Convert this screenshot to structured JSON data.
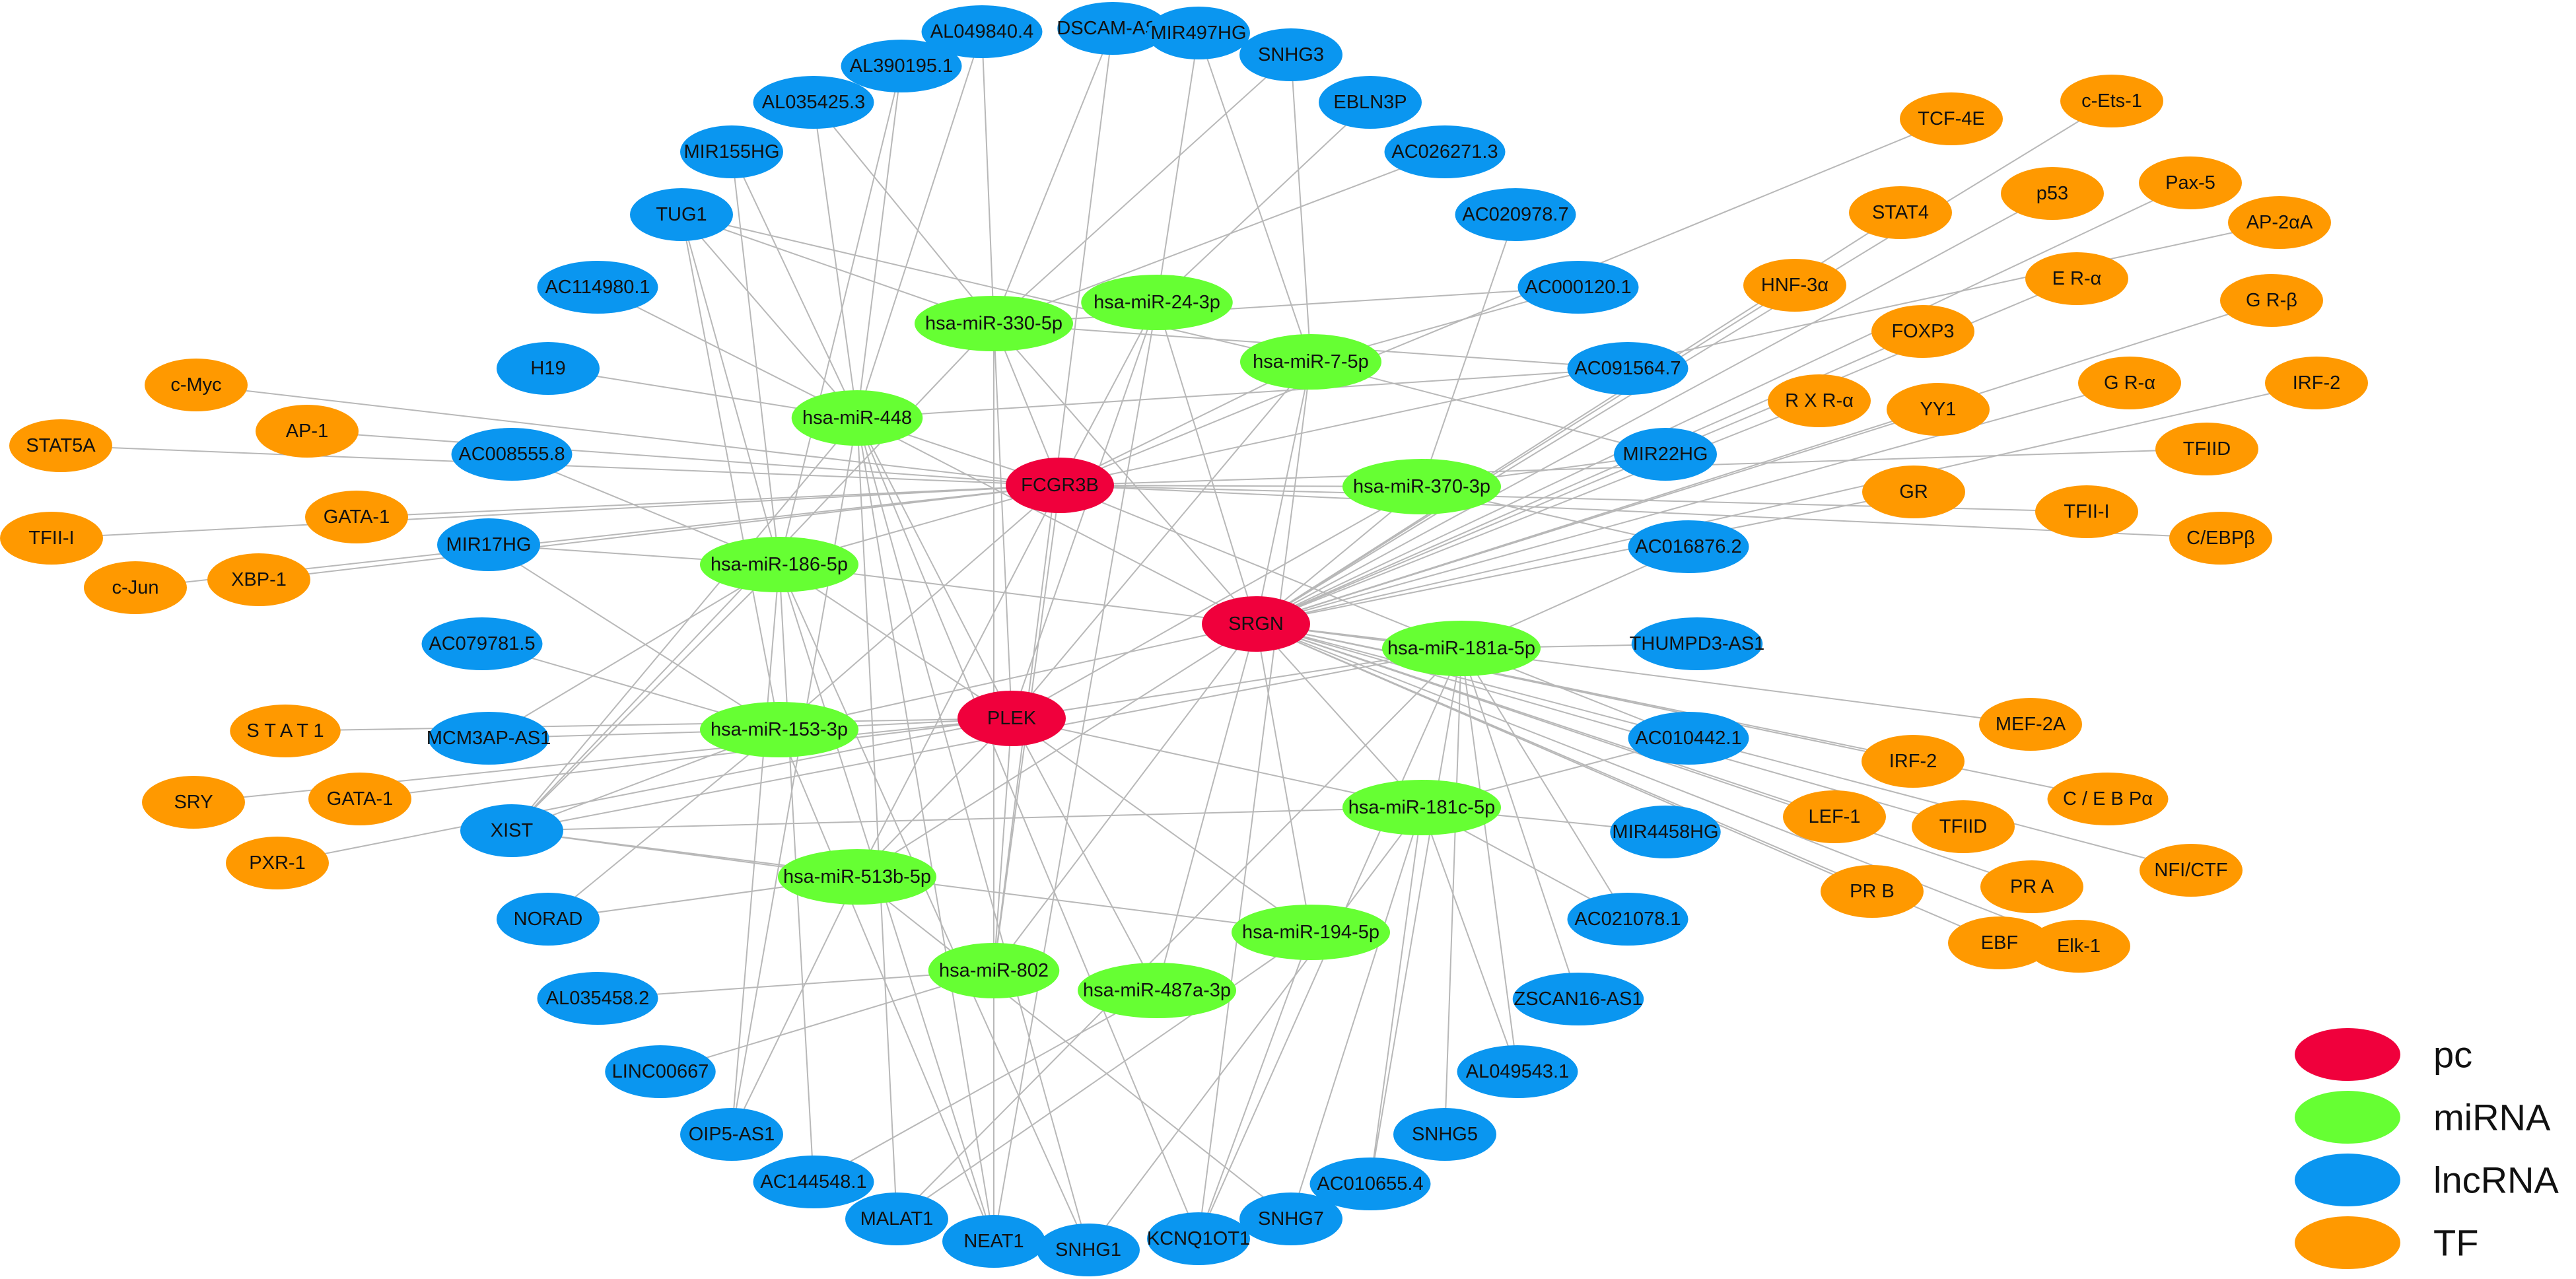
{
  "diagram": {
    "type": "network",
    "colors": {
      "pc": "#f0003c",
      "miRNA": "#66ff33",
      "lncRNA": "#0a96f0",
      "TF": "#ff9900",
      "edge": "#b8b8b8"
    },
    "legend": [
      {
        "key": "pc",
        "label": "pc"
      },
      {
        "key": "miRNA",
        "label": "miRNA"
      },
      {
        "key": "lncRNA",
        "label": "lncRNA"
      },
      {
        "key": "TF",
        "label": "TF"
      }
    ],
    "nodes": [
      {
        "id": "FCGR3B",
        "label": "FCGR3B",
        "type": "pc"
      },
      {
        "id": "SRGN",
        "label": "SRGN",
        "type": "pc"
      },
      {
        "id": "PLEK",
        "label": "PLEK",
        "type": "pc"
      },
      {
        "id": "miR330",
        "label": "hsa-miR-330-5p",
        "type": "miRNA"
      },
      {
        "id": "miR24",
        "label": "hsa-miR-24-3p",
        "type": "miRNA"
      },
      {
        "id": "miR7",
        "label": "hsa-miR-7-5p",
        "type": "miRNA"
      },
      {
        "id": "miR448",
        "label": "hsa-miR-448",
        "type": "miRNA"
      },
      {
        "id": "miR370",
        "label": "hsa-miR-370-3p",
        "type": "miRNA"
      },
      {
        "id": "miR186",
        "label": "hsa-miR-186-5p",
        "type": "miRNA"
      },
      {
        "id": "miR181a",
        "label": "hsa-miR-181a-5p",
        "type": "miRNA"
      },
      {
        "id": "miR153",
        "label": "hsa-miR-153-3p",
        "type": "miRNA"
      },
      {
        "id": "miR181c",
        "label": "hsa-miR-181c-5p",
        "type": "miRNA"
      },
      {
        "id": "miR513b",
        "label": "hsa-miR-513b-5p",
        "type": "miRNA"
      },
      {
        "id": "miR194",
        "label": "hsa-miR-194-5p",
        "type": "miRNA"
      },
      {
        "id": "miR802",
        "label": "hsa-miR-802",
        "type": "miRNA"
      },
      {
        "id": "miR487a",
        "label": "hsa-miR-487a-3p",
        "type": "miRNA"
      },
      {
        "id": "AL049840",
        "label": "AL049840.4",
        "type": "lncRNA"
      },
      {
        "id": "DSCAM",
        "label": "DSCAM-AS1",
        "type": "lncRNA"
      },
      {
        "id": "MIR497HG",
        "label": "MIR497HG",
        "type": "lncRNA"
      },
      {
        "id": "SNHG3",
        "label": "SNHG3",
        "type": "lncRNA"
      },
      {
        "id": "AL390195",
        "label": "AL390195.1",
        "type": "lncRNA"
      },
      {
        "id": "AL035425",
        "label": "AL035425.3",
        "type": "lncRNA"
      },
      {
        "id": "EBLN3P",
        "label": "EBLN3P",
        "type": "lncRNA"
      },
      {
        "id": "AC026271",
        "label": "AC026271.3",
        "type": "lncRNA"
      },
      {
        "id": "MIR155HG",
        "label": "MIR155HG",
        "type": "lncRNA"
      },
      {
        "id": "TUG1",
        "label": "TUG1",
        "type": "lncRNA"
      },
      {
        "id": "AC020978",
        "label": "AC020978.7",
        "type": "lncRNA"
      },
      {
        "id": "AC114980",
        "label": "AC114980.1",
        "type": "lncRNA"
      },
      {
        "id": "AC000120",
        "label": "AC000120.1",
        "type": "lncRNA"
      },
      {
        "id": "H19",
        "label": "H19",
        "type": "lncRNA"
      },
      {
        "id": "AC091564",
        "label": "AC091564.7",
        "type": "lncRNA"
      },
      {
        "id": "AC008555",
        "label": "AC008555.8",
        "type": "lncRNA"
      },
      {
        "id": "MIR22HG",
        "label": "MIR22HG",
        "type": "lncRNA"
      },
      {
        "id": "MIR17HG",
        "label": "MIR17HG",
        "type": "lncRNA"
      },
      {
        "id": "AC016876",
        "label": "AC016876.2",
        "type": "lncRNA"
      },
      {
        "id": "AC079781",
        "label": "AC079781.5",
        "type": "lncRNA"
      },
      {
        "id": "THUMPD3",
        "label": "THUMPD3-AS1",
        "type": "lncRNA"
      },
      {
        "id": "MCM3AP",
        "label": "MCM3AP-AS1",
        "type": "lncRNA"
      },
      {
        "id": "AC010442",
        "label": "AC010442.1",
        "type": "lncRNA"
      },
      {
        "id": "XIST",
        "label": "XIST",
        "type": "lncRNA"
      },
      {
        "id": "MIR4458HG",
        "label": "MIR4458HG",
        "type": "lncRNA"
      },
      {
        "id": "NORAD",
        "label": "NORAD",
        "type": "lncRNA"
      },
      {
        "id": "AC021078",
        "label": "AC021078.1",
        "type": "lncRNA"
      },
      {
        "id": "AL035458",
        "label": "AL035458.2",
        "type": "lncRNA"
      },
      {
        "id": "ZSCAN16",
        "label": "ZSCAN16-AS1",
        "type": "lncRNA"
      },
      {
        "id": "LINC00667",
        "label": "LINC00667",
        "type": "lncRNA"
      },
      {
        "id": "AL049543",
        "label": "AL049543.1",
        "type": "lncRNA"
      },
      {
        "id": "OIP5",
        "label": "OIP5-AS1",
        "type": "lncRNA"
      },
      {
        "id": "SNHG5",
        "label": "SNHG5",
        "type": "lncRNA"
      },
      {
        "id": "AC144548",
        "label": "AC144548.1",
        "type": "lncRNA"
      },
      {
        "id": "AC010655",
        "label": "AC010655.4",
        "type": "lncRNA"
      },
      {
        "id": "MALAT1",
        "label": "MALAT1",
        "type": "lncRNA"
      },
      {
        "id": "NEAT1",
        "label": "NEAT1",
        "type": "lncRNA"
      },
      {
        "id": "SNHG1",
        "label": "SNHG1",
        "type": "lncRNA"
      },
      {
        "id": "KCNQ1OT1",
        "label": "KCNQ1OT1",
        "type": "lncRNA"
      },
      {
        "id": "SNHG7",
        "label": "SNHG7",
        "type": "lncRNA"
      },
      {
        "id": "TCF4E",
        "label": "TCF-4E",
        "type": "TF"
      },
      {
        "id": "cEts1",
        "label": "c-Ets-1",
        "type": "TF"
      },
      {
        "id": "Pax5",
        "label": "Pax-5",
        "type": "TF"
      },
      {
        "id": "p53",
        "label": "p53",
        "type": "TF"
      },
      {
        "id": "STAT4",
        "label": "STAT4",
        "type": "TF"
      },
      {
        "id": "AP2aA",
        "label": "AP-2αA",
        "type": "TF"
      },
      {
        "id": "HNF3a",
        "label": "HNF-3α",
        "type": "TF"
      },
      {
        "id": "ERa",
        "label": "E R-α",
        "type": "TF"
      },
      {
        "id": "GRb",
        "label": "G R-β",
        "type": "TF"
      },
      {
        "id": "FOXP3",
        "label": "FOXP3",
        "type": "TF"
      },
      {
        "id": "cMyc",
        "label": "c-Myc",
        "type": "TF"
      },
      {
        "id": "RXRa",
        "label": "R X R-α",
        "type": "TF"
      },
      {
        "id": "YY1",
        "label": "YY1",
        "type": "TF"
      },
      {
        "id": "GRa",
        "label": "G R-α",
        "type": "TF"
      },
      {
        "id": "IRF2a",
        "label": "IRF-2",
        "type": "TF"
      },
      {
        "id": "AP1",
        "label": "AP-1",
        "type": "TF"
      },
      {
        "id": "STAT5A",
        "label": "STAT5A",
        "type": "TF"
      },
      {
        "id": "TFIIDa",
        "label": "TFIID",
        "type": "TF"
      },
      {
        "id": "GR",
        "label": "GR",
        "type": "TF"
      },
      {
        "id": "GATA1a",
        "label": "GATA-1",
        "type": "TF"
      },
      {
        "id": "TFIIa",
        "label": "TFII-I",
        "type": "TF"
      },
      {
        "id": "TFIIb",
        "label": "TFII-I",
        "type": "TF"
      },
      {
        "id": "CEBPb",
        "label": "C/EBPβ",
        "type": "TF"
      },
      {
        "id": "XBP1",
        "label": "XBP-1",
        "type": "TF"
      },
      {
        "id": "cJun",
        "label": "c-Jun",
        "type": "TF"
      },
      {
        "id": "STAT1",
        "label": "S T A T 1",
        "type": "TF"
      },
      {
        "id": "MEF2A",
        "label": "MEF-2A",
        "type": "TF"
      },
      {
        "id": "IRF2b",
        "label": "IRF-2",
        "type": "TF"
      },
      {
        "id": "CEBPa",
        "label": "C / E B Pα",
        "type": "TF"
      },
      {
        "id": "SRY",
        "label": "SRY",
        "type": "TF"
      },
      {
        "id": "GATA1b",
        "label": "GATA-1",
        "type": "TF"
      },
      {
        "id": "LEF1",
        "label": "LEF-1",
        "type": "TF"
      },
      {
        "id": "TFIIDb",
        "label": "TFIID",
        "type": "TF"
      },
      {
        "id": "NFICTF",
        "label": "NFI/CTF",
        "type": "TF"
      },
      {
        "id": "PXR1",
        "label": "PXR-1",
        "type": "TF"
      },
      {
        "id": "PRB",
        "label": "PR B",
        "type": "TF"
      },
      {
        "id": "PRA",
        "label": "PR A",
        "type": "TF"
      },
      {
        "id": "EBF",
        "label": "EBF",
        "type": "TF"
      },
      {
        "id": "Elk1",
        "label": "Elk-1",
        "type": "TF"
      }
    ],
    "edges": [
      [
        "FCGR3B",
        "miR330"
      ],
      [
        "FCGR3B",
        "miR24"
      ],
      [
        "FCGR3B",
        "miR7"
      ],
      [
        "FCGR3B",
        "miR448"
      ],
      [
        "FCGR3B",
        "miR370"
      ],
      [
        "FCGR3B",
        "miR186"
      ],
      [
        "FCGR3B",
        "miR153"
      ],
      [
        "FCGR3B",
        "miR181a"
      ],
      [
        "FCGR3B",
        "miR513b"
      ],
      [
        "FCGR3B",
        "miR802"
      ],
      [
        "SRGN",
        "miR330"
      ],
      [
        "SRGN",
        "miR24"
      ],
      [
        "SRGN",
        "miR7"
      ],
      [
        "SRGN",
        "miR448"
      ],
      [
        "SRGN",
        "miR370"
      ],
      [
        "SRGN",
        "miR186"
      ],
      [
        "SRGN",
        "miR181a"
      ],
      [
        "SRGN",
        "miR153"
      ],
      [
        "SRGN",
        "miR181c"
      ],
      [
        "SRGN",
        "miR513b"
      ],
      [
        "SRGN",
        "miR194"
      ],
      [
        "SRGN",
        "miR802"
      ],
      [
        "SRGN",
        "miR487a"
      ],
      [
        "PLEK",
        "miR330"
      ],
      [
        "PLEK",
        "miR24"
      ],
      [
        "PLEK",
        "miR7"
      ],
      [
        "PLEK",
        "miR448"
      ],
      [
        "PLEK",
        "miR370"
      ],
      [
        "PLEK",
        "miR186"
      ],
      [
        "PLEK",
        "miR181a"
      ],
      [
        "PLEK",
        "miR153"
      ],
      [
        "PLEK",
        "miR181c"
      ],
      [
        "PLEK",
        "miR513b"
      ],
      [
        "PLEK",
        "miR194"
      ],
      [
        "PLEK",
        "miR802"
      ],
      [
        "PLEK",
        "miR487a"
      ],
      [
        "AL049840",
        "miR448"
      ],
      [
        "AL049840",
        "miR330"
      ],
      [
        "DSCAM",
        "miR330"
      ],
      [
        "DSCAM",
        "miR802"
      ],
      [
        "MIR497HG",
        "miR24"
      ],
      [
        "MIR497HG",
        "miR7"
      ],
      [
        "SNHG3",
        "miR7"
      ],
      [
        "SNHG3",
        "miR330"
      ],
      [
        "AL390195",
        "miR448"
      ],
      [
        "AL390195",
        "miR186"
      ],
      [
        "AL035425",
        "miR448"
      ],
      [
        "AL035425",
        "miR330"
      ],
      [
        "EBLN3P",
        "miR24"
      ],
      [
        "AC026271",
        "miR330"
      ],
      [
        "MIR155HG",
        "miR448"
      ],
      [
        "MIR155HG",
        "miR186"
      ],
      [
        "TUG1",
        "miR448"
      ],
      [
        "TUG1",
        "miR330"
      ],
      [
        "TUG1",
        "miR7"
      ],
      [
        "TUG1",
        "miR186"
      ],
      [
        "TUG1",
        "miR153"
      ],
      [
        "AC020978",
        "miR370"
      ],
      [
        "AC114980",
        "miR448"
      ],
      [
        "AC000120",
        "miR7"
      ],
      [
        "AC000120",
        "miR330"
      ],
      [
        "H19",
        "miR448"
      ],
      [
        "AC091564",
        "miR330"
      ],
      [
        "AC091564",
        "miR448"
      ],
      [
        "AC008555",
        "miR186"
      ],
      [
        "MIR22HG",
        "miR370"
      ],
      [
        "MIR22HG",
        "miR7"
      ],
      [
        "MIR17HG",
        "miR186"
      ],
      [
        "MIR17HG",
        "miR153"
      ],
      [
        "AC016876",
        "miR370"
      ],
      [
        "AC016876",
        "miR181a"
      ],
      [
        "AC079781",
        "miR153"
      ],
      [
        "THUMPD3",
        "miR181a"
      ],
      [
        "MCM3AP",
        "miR153"
      ],
      [
        "MCM3AP",
        "miR186"
      ],
      [
        "AC010442",
        "miR181a"
      ],
      [
        "AC010442",
        "miR181c"
      ],
      [
        "XIST",
        "miR448"
      ],
      [
        "XIST",
        "miR186"
      ],
      [
        "XIST",
        "miR153"
      ],
      [
        "XIST",
        "miR513b"
      ],
      [
        "XIST",
        "miR181a"
      ],
      [
        "XIST",
        "miR181c"
      ],
      [
        "XIST",
        "miR194"
      ],
      [
        "XIST",
        "miR330"
      ],
      [
        "MIR4458HG",
        "miR181c"
      ],
      [
        "NORAD",
        "miR513b"
      ],
      [
        "NORAD",
        "miR153"
      ],
      [
        "AC021078",
        "miR181c"
      ],
      [
        "AC021078",
        "miR181a"
      ],
      [
        "AL035458",
        "miR802"
      ],
      [
        "ZSCAN16",
        "miR181a"
      ],
      [
        "LINC00667",
        "miR802"
      ],
      [
        "AL049543",
        "miR181a"
      ],
      [
        "AL049543",
        "miR181c"
      ],
      [
        "OIP5",
        "miR513b"
      ],
      [
        "OIP5",
        "miR448"
      ],
      [
        "OIP5",
        "miR186"
      ],
      [
        "SNHG5",
        "miR181a"
      ],
      [
        "AC144548",
        "miR487a"
      ],
      [
        "AC144548",
        "miR186"
      ],
      [
        "AC010655",
        "miR181c"
      ],
      [
        "AC010655",
        "miR181a"
      ],
      [
        "MALAT1",
        "miR448"
      ],
      [
        "MALAT1",
        "miR194"
      ],
      [
        "MALAT1",
        "miR181a"
      ],
      [
        "NEAT1",
        "miR448"
      ],
      [
        "NEAT1",
        "miR186"
      ],
      [
        "NEAT1",
        "miR153"
      ],
      [
        "NEAT1",
        "miR330"
      ],
      [
        "NEAT1",
        "miR24"
      ],
      [
        "SNHG1",
        "miR186"
      ],
      [
        "SNHG1",
        "miR181c"
      ],
      [
        "SNHG1",
        "miR448"
      ],
      [
        "KCNQ1OT1",
        "miR181a"
      ],
      [
        "KCNQ1OT1",
        "miR7"
      ],
      [
        "KCNQ1OT1",
        "miR448"
      ],
      [
        "KCNQ1OT1",
        "miR194"
      ],
      [
        "SNHG7",
        "miR181c"
      ],
      [
        "SNHG7",
        "miR513b"
      ],
      [
        "TCF4E",
        "FCGR3B"
      ],
      [
        "cEts1",
        "SRGN"
      ],
      [
        "Pax5",
        "SRGN"
      ],
      [
        "p53",
        "SRGN"
      ],
      [
        "STAT4",
        "SRGN"
      ],
      [
        "AP2aA",
        "FCGR3B"
      ],
      [
        "HNF3a",
        "SRGN"
      ],
      [
        "ERa",
        "SRGN"
      ],
      [
        "GRb",
        "SRGN"
      ],
      [
        "FOXP3",
        "SRGN"
      ],
      [
        "cMyc",
        "FCGR3B"
      ],
      [
        "RXRa",
        "SRGN"
      ],
      [
        "YY1",
        "SRGN"
      ],
      [
        "GRa",
        "SRGN"
      ],
      [
        "IRF2a",
        "SRGN"
      ],
      [
        "AP1",
        "FCGR3B"
      ],
      [
        "STAT5A",
        "FCGR3B"
      ],
      [
        "TFIIDa",
        "FCGR3B"
      ],
      [
        "GR",
        "SRGN"
      ],
      [
        "GATA1a",
        "FCGR3B"
      ],
      [
        "TFIIa",
        "FCGR3B"
      ],
      [
        "TFIIb",
        "FCGR3B"
      ],
      [
        "CEBPb",
        "FCGR3B"
      ],
      [
        "XBP1",
        "FCGR3B"
      ],
      [
        "cJun",
        "FCGR3B"
      ],
      [
        "STAT1",
        "PLEK"
      ],
      [
        "MEF2A",
        "SRGN"
      ],
      [
        "IRF2b",
        "SRGN"
      ],
      [
        "CEBPa",
        "SRGN"
      ],
      [
        "SRY",
        "PLEK"
      ],
      [
        "GATA1b",
        "PLEK"
      ],
      [
        "LEF1",
        "SRGN"
      ],
      [
        "TFIIDb",
        "SRGN"
      ],
      [
        "NFICTF",
        "SRGN"
      ],
      [
        "PXR1",
        "PLEK"
      ],
      [
        "PRB",
        "SRGN"
      ],
      [
        "PRA",
        "SRGN"
      ],
      [
        "EBF",
        "SRGN"
      ],
      [
        "Elk1",
        "SRGN"
      ]
    ]
  }
}
